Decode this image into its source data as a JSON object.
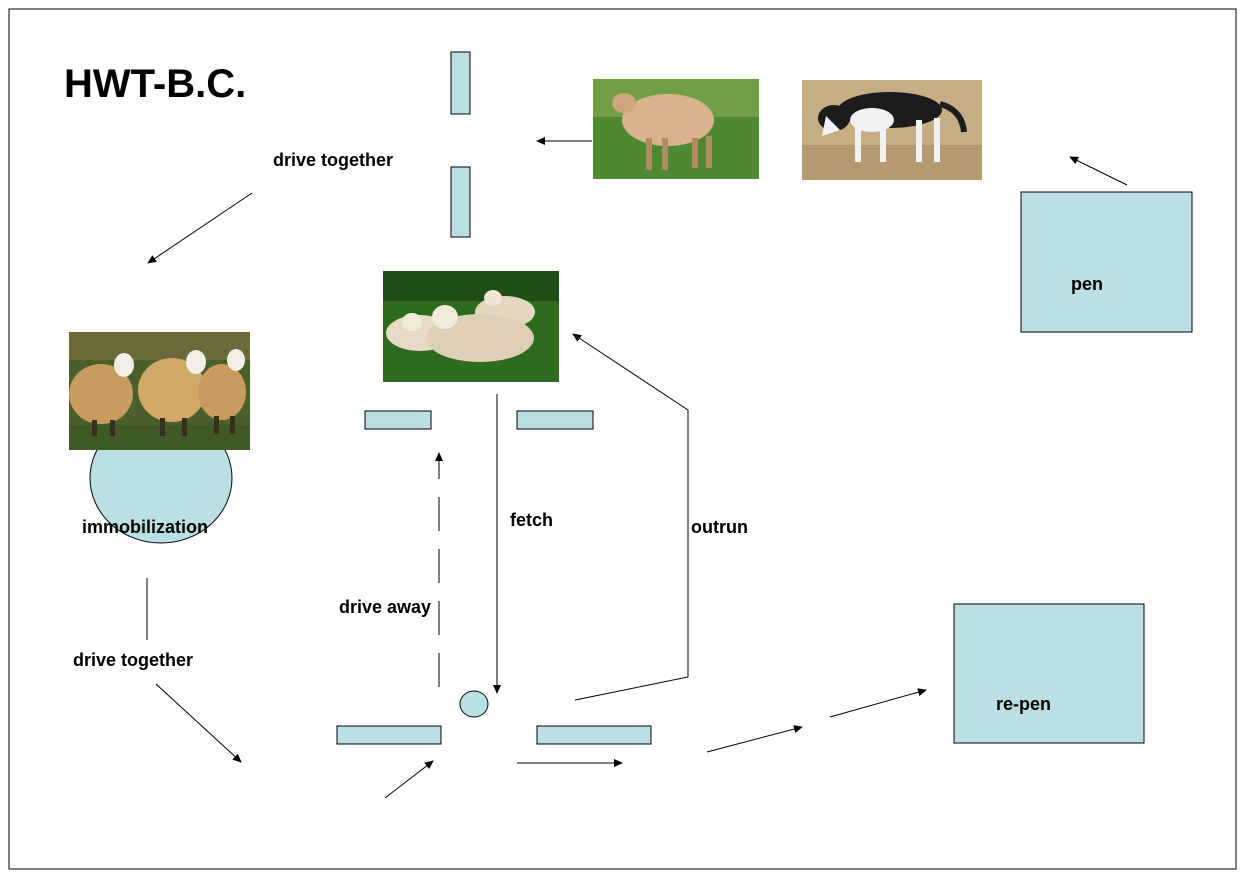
{
  "diagram": {
    "title": "HWT-B.C.",
    "labels": {
      "drive_together_top": "drive together",
      "drive_together_left": "drive together",
      "immobilization": "immobilization",
      "fetch": "fetch",
      "outrun": "outrun",
      "drive_away": "drive away",
      "pen": "pen",
      "re_pen": "re-pen"
    },
    "colors": {
      "box_fill": "#bbe0e3",
      "stroke": "#000000"
    },
    "photos": [
      {
        "name": "single-sheep-photo",
        "depicts": "sheep standing in grass"
      },
      {
        "name": "border-collie-photo",
        "depicts": "border collie walking"
      },
      {
        "name": "lying-sheep-photo",
        "depicts": "three sheep lying in grass"
      },
      {
        "name": "sheep-flock-photo",
        "depicts": "group of woolly sheep"
      }
    ]
  }
}
